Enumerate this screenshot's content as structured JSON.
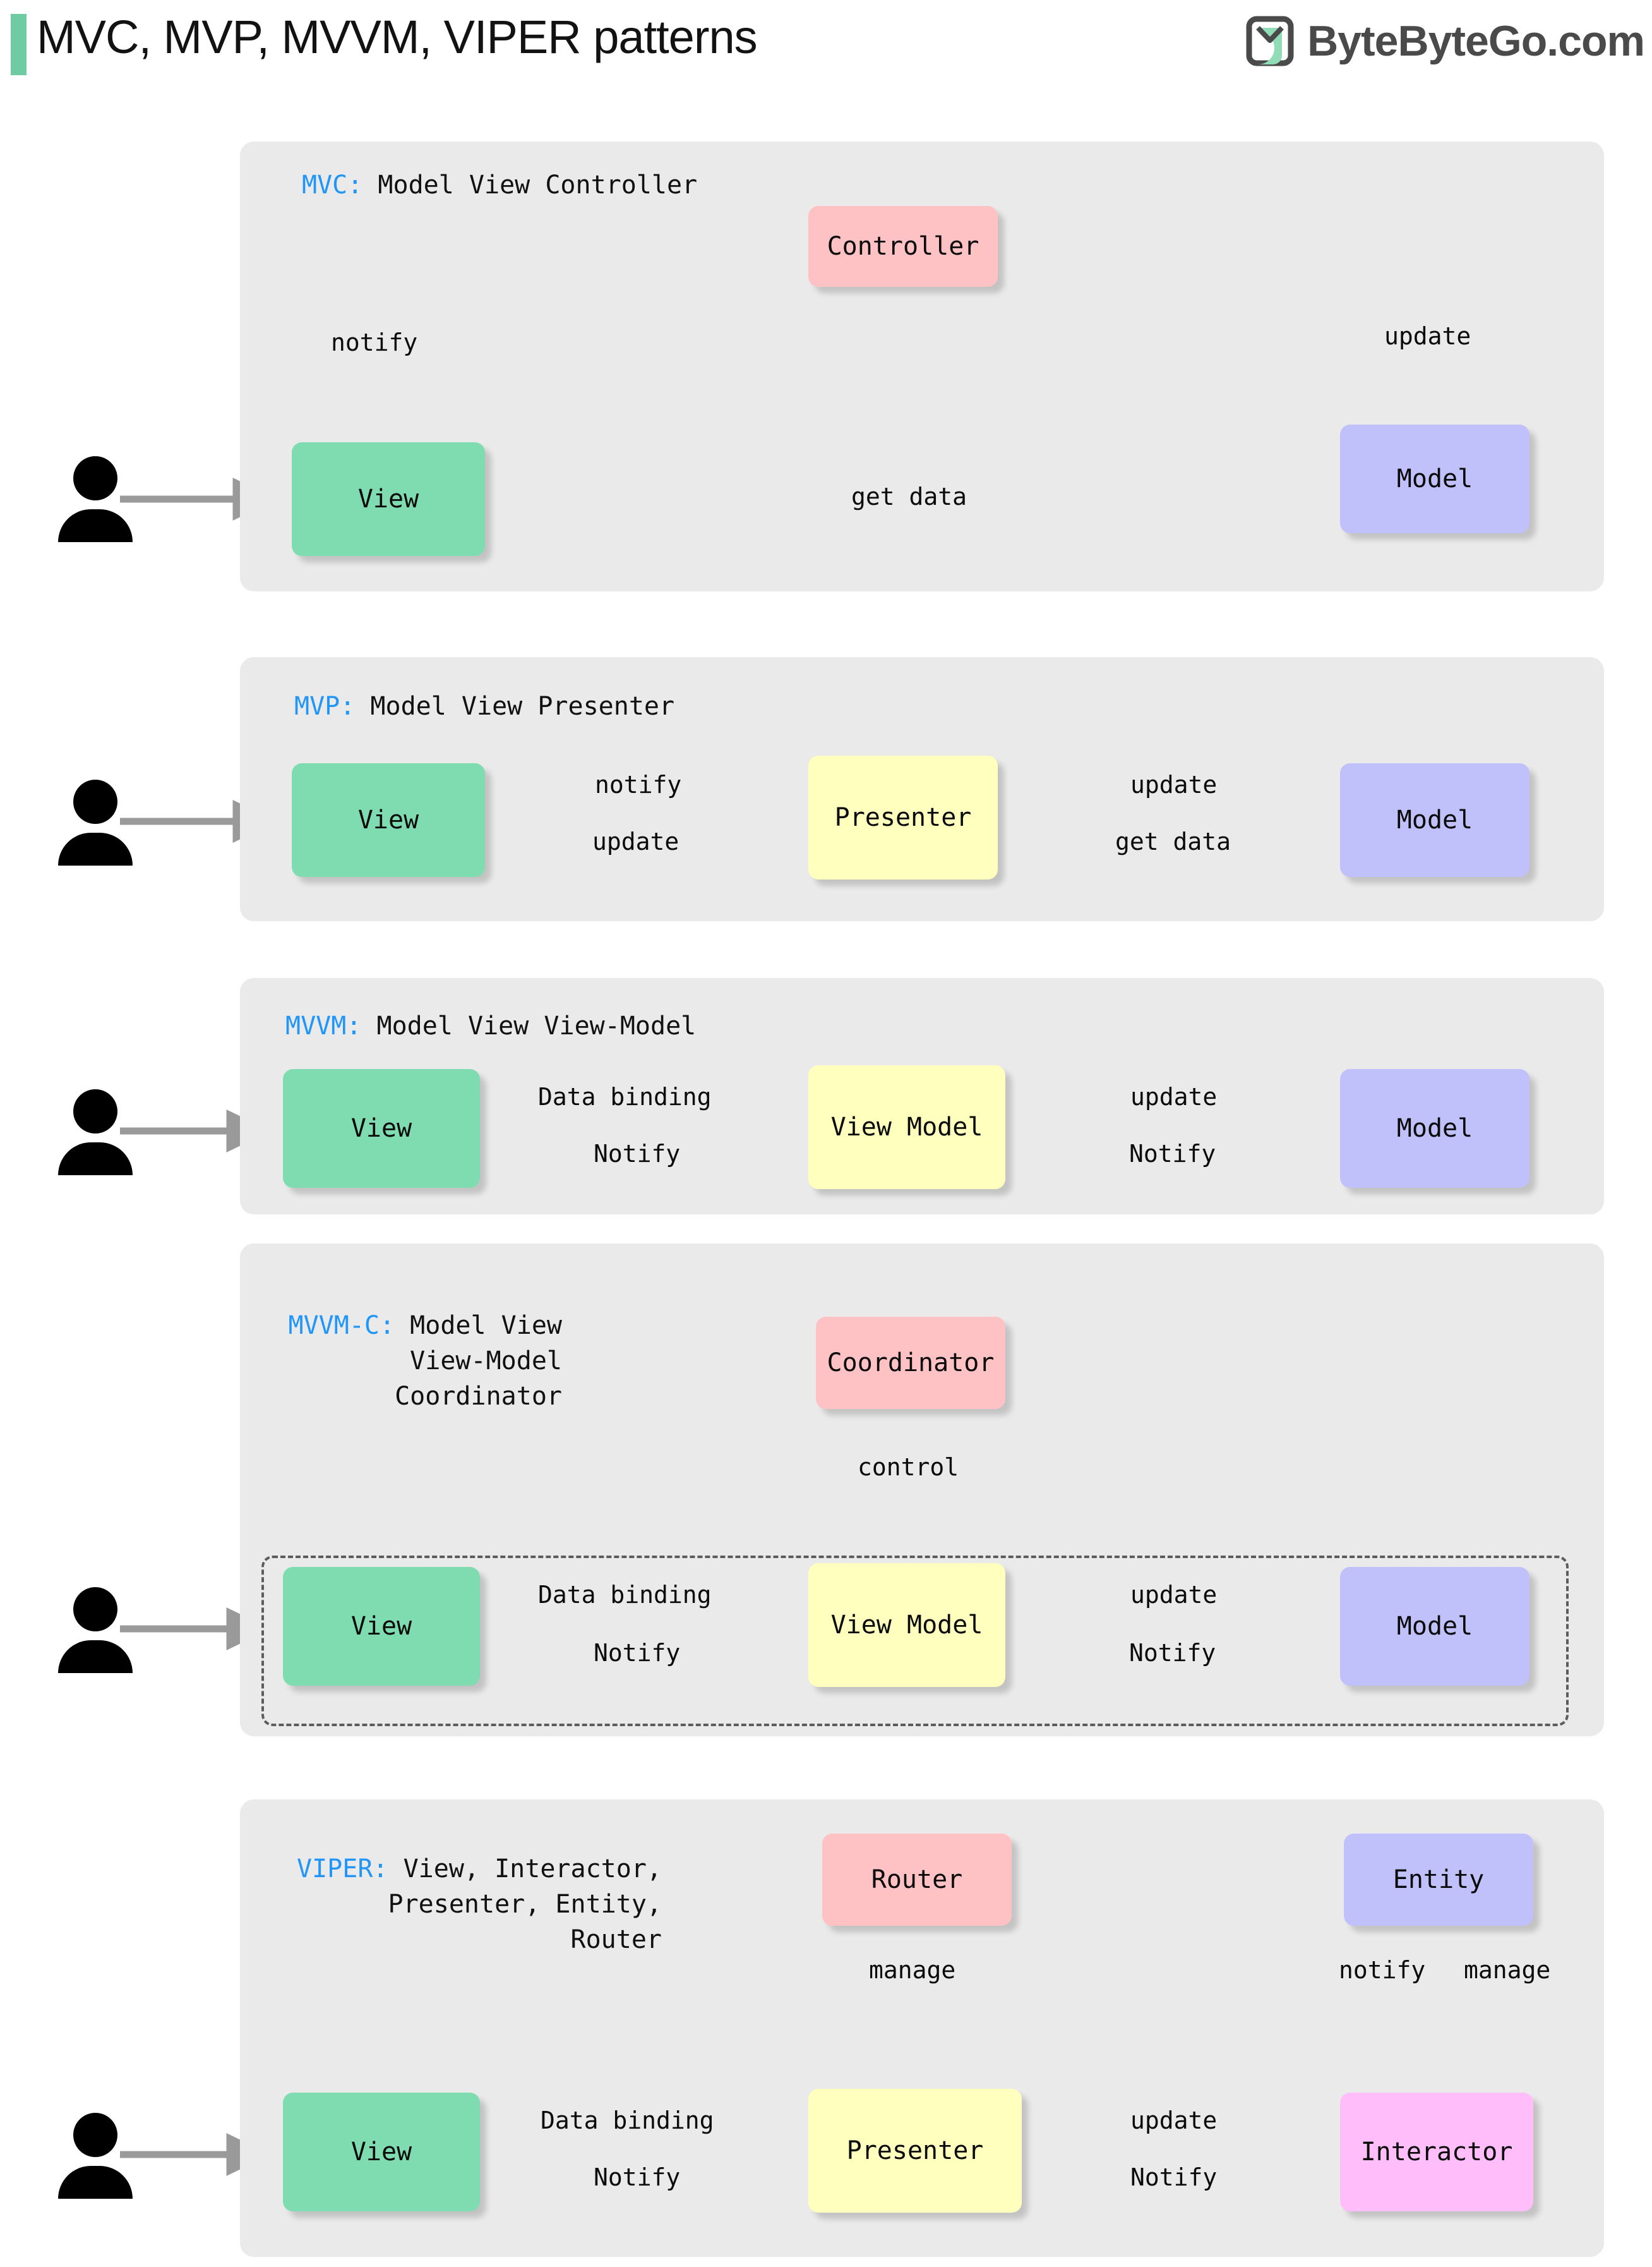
{
  "header": {
    "title": "MVC, MVP, MVVM, VIPER patterns",
    "brand_name": "ByteByteGo.com",
    "accent_color": "#6ecba2",
    "logo_icon": "bytebytego-leaf-logo",
    "user_icon": "user-person-icon"
  },
  "colors": {
    "panel_bg": "#eaeaea",
    "view": "#7fdcb0",
    "model": "#c0c0fa",
    "controller": "#ffc2c4",
    "presenter": "#ffffbe",
    "interactor": "#ffbefa",
    "tag_blue": "#2196f8",
    "arrow_gray": "#9a9a9a"
  },
  "sections": [
    {
      "id": "mvc",
      "tag": "MVC:",
      "title_lines": [
        "Model View Controller"
      ],
      "nodes": [
        {
          "id": "view",
          "label": "View",
          "color": "green"
        },
        {
          "id": "controller",
          "label": "Controller",
          "color": "pink"
        },
        {
          "id": "model",
          "label": "Model",
          "color": "purple"
        }
      ],
      "edges": [
        {
          "label": "notify",
          "from": "view",
          "to": "controller",
          "style": "solid"
        },
        {
          "label": "update",
          "from": "controller",
          "to": "model",
          "style": "solid"
        },
        {
          "label": "get data",
          "from": "model",
          "to": "view",
          "style": "solid"
        }
      ]
    },
    {
      "id": "mvp",
      "tag": "MVP:",
      "title_lines": [
        "Model View Presenter"
      ],
      "nodes": [
        {
          "id": "view",
          "label": "View",
          "color": "green"
        },
        {
          "id": "presenter",
          "label": "Presenter",
          "color": "yellow"
        },
        {
          "id": "model",
          "label": "Model",
          "color": "purple"
        }
      ],
      "edges": [
        {
          "label": "notify",
          "from": "view",
          "to": "presenter",
          "style": "solid"
        },
        {
          "label": "update",
          "from": "presenter",
          "to": "model",
          "style": "solid"
        },
        {
          "label": "update",
          "from": "presenter",
          "to": "view",
          "style": "solid"
        },
        {
          "label": "get data",
          "from": "model",
          "to": "presenter",
          "style": "solid"
        }
      ]
    },
    {
      "id": "mvvm",
      "tag": "MVVM:",
      "title_lines": [
        "Model View View-Model"
      ],
      "nodes": [
        {
          "id": "view",
          "label": "View",
          "color": "green"
        },
        {
          "id": "viewmodel",
          "label": "View Model",
          "color": "yellow"
        },
        {
          "id": "model",
          "label": "Model",
          "color": "purple"
        }
      ],
      "edges": [
        {
          "label": "Data binding",
          "from": "view",
          "to": "viewmodel",
          "style": "solid"
        },
        {
          "label": "update",
          "from": "viewmodel",
          "to": "model",
          "style": "solid"
        },
        {
          "label": "Notify",
          "from": "viewmodel",
          "to": "view",
          "style": "dashed"
        },
        {
          "label": "Notify",
          "from": "model",
          "to": "viewmodel",
          "style": "dashed"
        }
      ]
    },
    {
      "id": "mvvmc",
      "tag": "MVVM-C:",
      "title_lines": [
        "Model View",
        "View-Model",
        "Coordinator"
      ],
      "nodes": [
        {
          "id": "coordinator",
          "label": "Coordinator",
          "color": "pink"
        },
        {
          "id": "view",
          "label": "View",
          "color": "green"
        },
        {
          "id": "viewmodel",
          "label": "View Model",
          "color": "yellow"
        },
        {
          "id": "model",
          "label": "Model",
          "color": "purple"
        }
      ],
      "edges": [
        {
          "label": "control",
          "from": "coordinator",
          "to": "viewmodel",
          "style": "solid"
        },
        {
          "label": "Data binding",
          "from": "view",
          "to": "viewmodel",
          "style": "solid"
        },
        {
          "label": "update",
          "from": "viewmodel",
          "to": "model",
          "style": "solid"
        },
        {
          "label": "Notify",
          "from": "viewmodel",
          "to": "view",
          "style": "dashed"
        },
        {
          "label": "Notify",
          "from": "model",
          "to": "viewmodel",
          "style": "dashed"
        }
      ]
    },
    {
      "id": "viper",
      "tag": "VIPER:",
      "title_lines": [
        "View, Interactor,",
        "Presenter, Entity,",
        "Router"
      ],
      "nodes": [
        {
          "id": "router",
          "label": "Router",
          "color": "pink"
        },
        {
          "id": "entity",
          "label": "Entity",
          "color": "purple"
        },
        {
          "id": "view",
          "label": "View",
          "color": "green"
        },
        {
          "id": "presenter",
          "label": "Presenter",
          "color": "yellow"
        },
        {
          "id": "interactor",
          "label": "Interactor",
          "color": "magenta"
        }
      ],
      "edges": [
        {
          "label": "manage",
          "from": "router",
          "to": "presenter",
          "style": "solid"
        },
        {
          "label": "notify",
          "from": "entity",
          "to": "interactor",
          "style": "solid"
        },
        {
          "label": "manage",
          "from": "interactor",
          "to": "entity",
          "style": "solid"
        },
        {
          "label": "Data binding",
          "from": "view",
          "to": "presenter",
          "style": "solid"
        },
        {
          "label": "update",
          "from": "presenter",
          "to": "interactor",
          "style": "solid"
        },
        {
          "label": "Notify",
          "from": "presenter",
          "to": "view",
          "style": "dashed"
        },
        {
          "label": "Notify",
          "from": "interactor",
          "to": "presenter",
          "style": "dashed"
        }
      ]
    }
  ]
}
